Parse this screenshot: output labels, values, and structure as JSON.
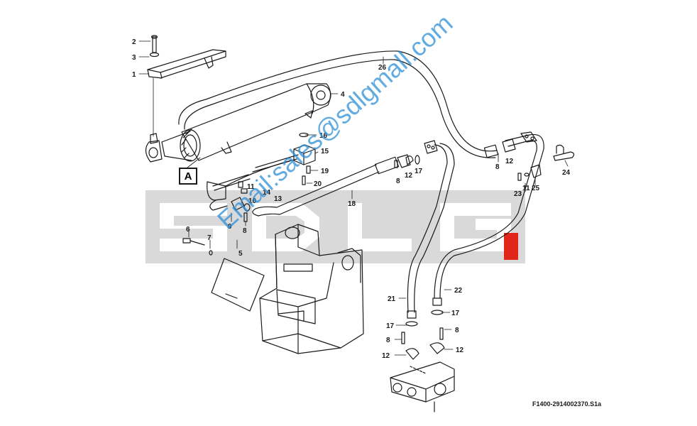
{
  "watermark": {
    "brand": "SDLG",
    "email": "Email:sales@sdlgmall.com",
    "bg_color": "#d9d9d9",
    "accent": "#e1251b",
    "email_color": "#2d8fd8"
  },
  "detail_callout": "A",
  "figure_code": "F1400-2914002370.S1a",
  "part_labels": [
    {
      "id": "l-2",
      "text": "2"
    },
    {
      "id": "l-3",
      "text": "3"
    },
    {
      "id": "l-1",
      "text": "1"
    },
    {
      "id": "l-26",
      "text": "26"
    },
    {
      "id": "l-4",
      "text": "4"
    },
    {
      "id": "l-16",
      "text": "16"
    },
    {
      "id": "l-15",
      "text": "15"
    },
    {
      "id": "l-19",
      "text": "19"
    },
    {
      "id": "l-20",
      "text": "20"
    },
    {
      "id": "l-14",
      "text": "14"
    },
    {
      "id": "l-13",
      "text": "13"
    },
    {
      "id": "l-11a",
      "text": "11"
    },
    {
      "id": "l-10",
      "text": "10"
    },
    {
      "id": "l-9",
      "text": "9"
    },
    {
      "id": "l-8a",
      "text": "8"
    },
    {
      "id": "l-18",
      "text": "18"
    },
    {
      "id": "l-8b",
      "text": "8"
    },
    {
      "id": "l-12a",
      "text": "12"
    },
    {
      "id": "l-17a",
      "text": "17"
    },
    {
      "id": "l-8c",
      "text": "8"
    },
    {
      "id": "l-12b",
      "text": "12"
    },
    {
      "id": "l-24",
      "text": "24"
    },
    {
      "id": "l-23",
      "text": "23"
    },
    {
      "id": "l-11b",
      "text": "11"
    },
    {
      "id": "l-25",
      "text": "25"
    },
    {
      "id": "l-6",
      "text": "6"
    },
    {
      "id": "l-7",
      "text": "7"
    },
    {
      "id": "l-5",
      "text": "5"
    },
    {
      "id": "l-21",
      "text": "21"
    },
    {
      "id": "l-22",
      "text": "22"
    },
    {
      "id": "l-17b",
      "text": "17"
    },
    {
      "id": "l-17c",
      "text": "17"
    },
    {
      "id": "l-8d",
      "text": "8"
    },
    {
      "id": "l-8e",
      "text": "8"
    },
    {
      "id": "l-12c",
      "text": "12"
    },
    {
      "id": "l-12d",
      "text": "12"
    }
  ]
}
